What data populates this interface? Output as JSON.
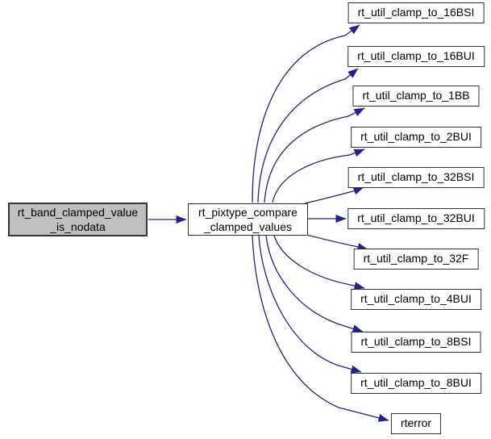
{
  "diagram": {
    "type": "doxygen-call-graph",
    "caller": {
      "label": "rt_band_clamped_value_is_nodata",
      "lines": [
        "rt_band_clamped_value",
        "_is_nodata"
      ]
    },
    "intermediate": {
      "label": "rt_pixtype_compare_clamped_values",
      "lines": [
        "rt_pixtype_compare",
        "_clamped_values"
      ]
    },
    "callees": [
      {
        "label": "rt_util_clamp_to_16BSI"
      },
      {
        "label": "rt_util_clamp_to_16BUI"
      },
      {
        "label": "rt_util_clamp_to_1BB"
      },
      {
        "label": "rt_util_clamp_to_2BUI"
      },
      {
        "label": "rt_util_clamp_to_32BSI"
      },
      {
        "label": "rt_util_clamp_to_32BUI"
      },
      {
        "label": "rt_util_clamp_to_32F"
      },
      {
        "label": "rt_util_clamp_to_4BUI"
      },
      {
        "label": "rt_util_clamp_to_8BSI"
      },
      {
        "label": "rt_util_clamp_to_8BUI"
      },
      {
        "label": "rterror"
      }
    ],
    "colors": {
      "edge": "#22228a",
      "caller_fill": "#bfbfbf",
      "node_fill": "#ffffff",
      "node_border": "#333333",
      "text": "#000000",
      "background": "#ffffff"
    }
  }
}
